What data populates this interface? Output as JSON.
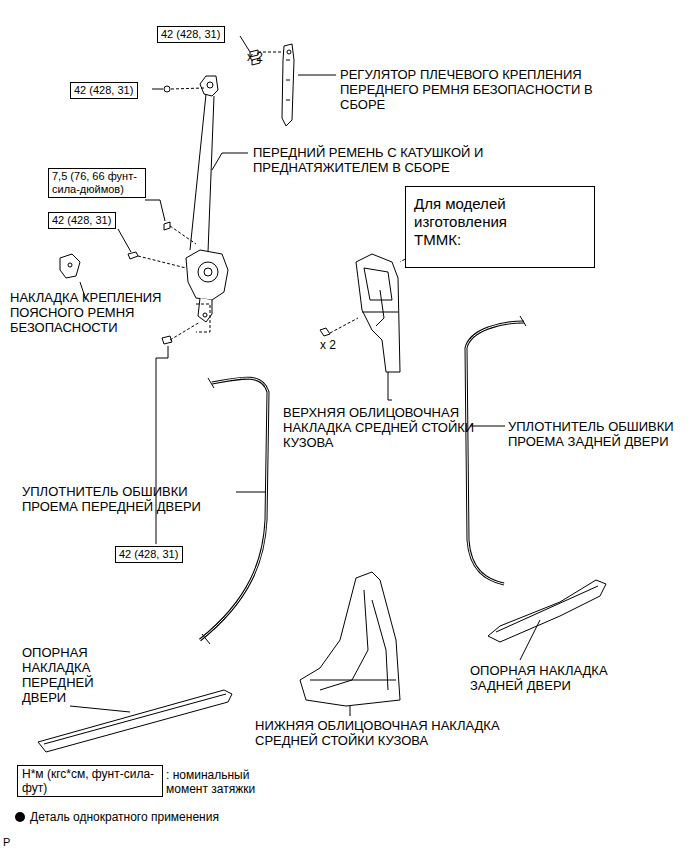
{
  "diagram": {
    "nodes": [
      {
        "text": [
          "42 (428, 31)"
        ]
      },
      {
        "text": [
          "42 (428, 31)"
        ]
      },
      {
        "text": [
          "7,5 (76, 66 фунт-сила-дюймов)"
        ]
      },
      {
        "text": [
          "42 (428, 31)"
        ]
      },
      {
        "text": [
          "42 (428, 31)"
        ]
      },
      {
        "text": [
          "Для моделей изготовления ТММК:"
        ]
      },
      {
        "text": [
          "Н*м (кгс*см, фунт-сила-фут)"
        ]
      }
    ],
    "labels": [
      "x 2",
      "РЕГУЛЯТОР ПЛЕЧЕВОГО КРЕПЛЕНИЯ ПЕРЕДНЕГО РЕМНЯ БЕЗОПАСНОСТИ В СБОРЕ",
      "ПЕРЕДНИЙ РЕМЕНЬ С КАТУШКОЙ И ПРЕДНАТЯЖИТЕЛЕМ В СБОРЕ",
      "НАКЛАДКА КРЕПЛЕНИЯ ПОЯСНОГО РЕМНЯ БЕЗОПАСНОСТИ",
      "x 2",
      "ВЕРХНЯЯ ОБЛИЦОВОЧНАЯ НАКЛАДКА СРЕДНЕЙ СТОЙКИ КУЗОВА",
      "УПЛОТНИТЕЛЬ ОБШИВКИ ПРОЕМА ЗАДНЕЙ ДВЕРИ",
      "УПЛОТНИТЕЛЬ ОБШИВКИ ПРОЕМА ПЕРЕДНЕЙ ДВЕРИ",
      "ОПОРНАЯ НАКЛАДКА ПЕРЕДНЕЙ ДВЕРИ",
      "ОПОРНАЯ НАКЛАДКА ЗАДНЕЙ ДВЕРИ",
      "НИЖНЯЯ ОБЛИЦОВОЧНАЯ НАКЛАДКА СРЕДНЕЙ СТОЙКИ КУЗОВА",
      ": номинальный момент затяжки",
      "P"
    ],
    "legend": [
      {
        "text": "Деталь однократного применения"
      }
    ]
  }
}
